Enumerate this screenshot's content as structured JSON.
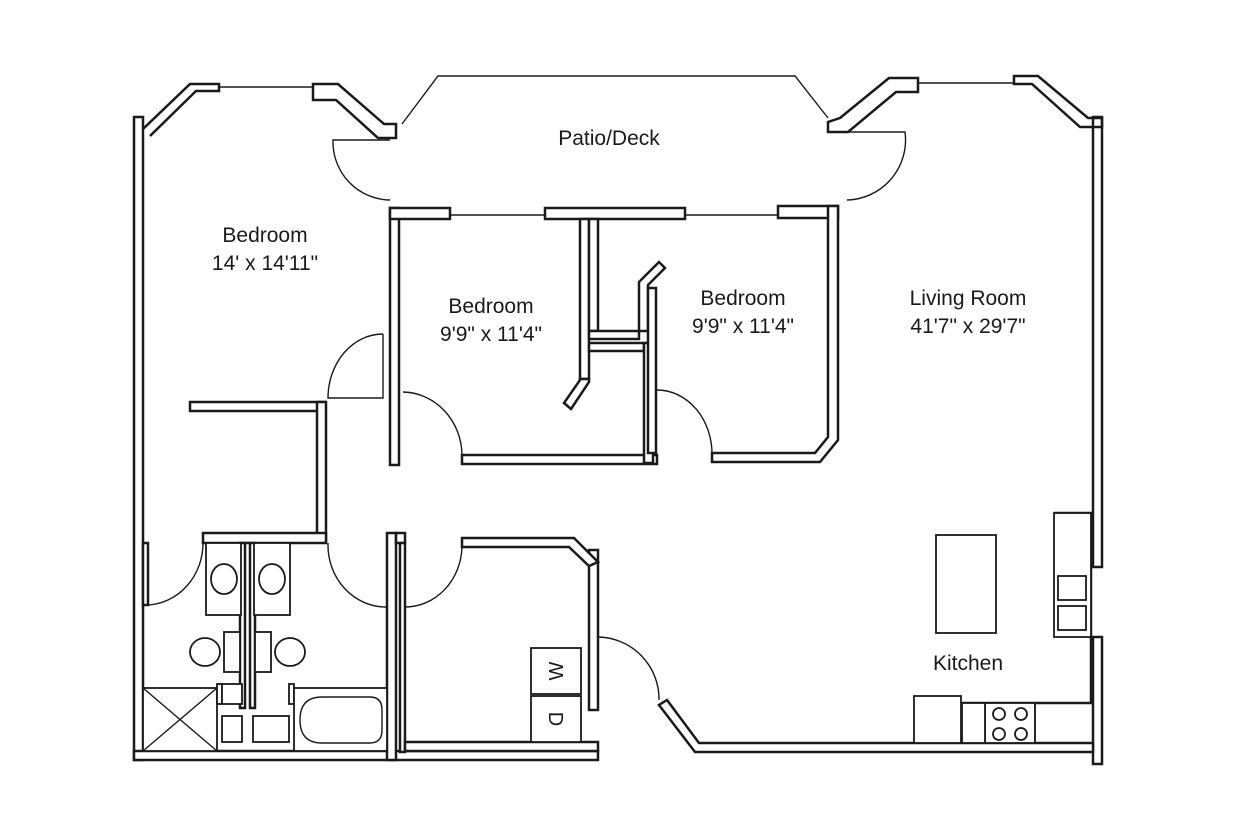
{
  "rooms": {
    "patio": {
      "name": "Patio/Deck"
    },
    "bedroom_1": {
      "name": "Bedroom",
      "size": "14' x 14'11\""
    },
    "bedroom_2": {
      "name": "Bedroom",
      "size": "9'9\" x 11'4\""
    },
    "bedroom_3": {
      "name": "Bedroom",
      "size": "9'9\" x 11'4\""
    },
    "living_room": {
      "name": "Living Room",
      "size": "41'7\" x 29'7\""
    },
    "kitchen": {
      "name": "Kitchen"
    }
  },
  "appliances": {
    "washer": "W",
    "dryer": "D"
  }
}
